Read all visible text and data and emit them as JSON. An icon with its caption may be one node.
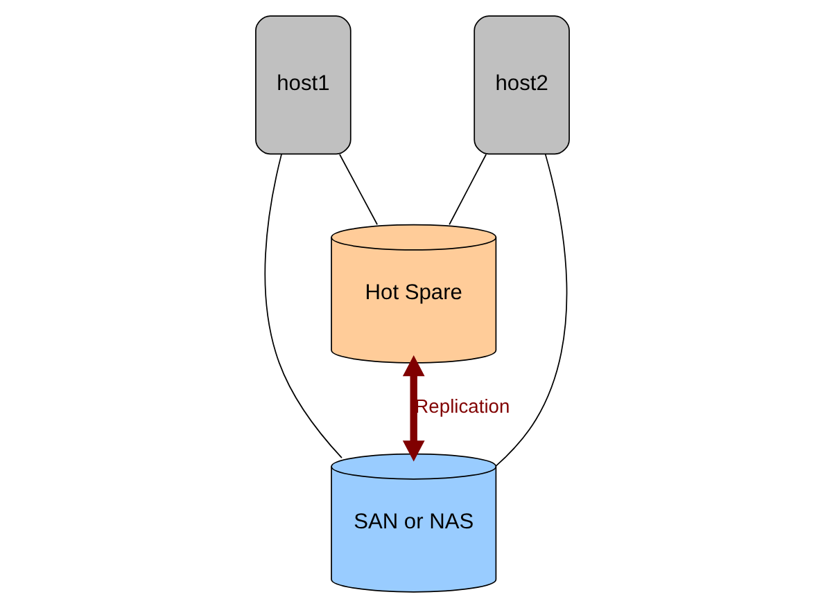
{
  "diagram": {
    "nodes": [
      {
        "text": [
          "host1"
        ]
      },
      {
        "text": [
          "host2"
        ]
      },
      {
        "text": [
          "Hot Spare"
        ]
      },
      {
        "text": [
          "SAN or NAS"
        ]
      }
    ],
    "edges": [
      {
        "from": 0,
        "to": 2,
        "arrow": "none"
      },
      {
        "from": 0,
        "to": 3,
        "arrow": "none"
      },
      {
        "from": 1,
        "to": 2,
        "arrow": "none"
      },
      {
        "from": 1,
        "to": 3,
        "arrow": "none"
      },
      {
        "from": 2,
        "to": 3,
        "arrow": "both",
        "label": "Replication",
        "style": "thick",
        "color": "#800000"
      }
    ]
  }
}
